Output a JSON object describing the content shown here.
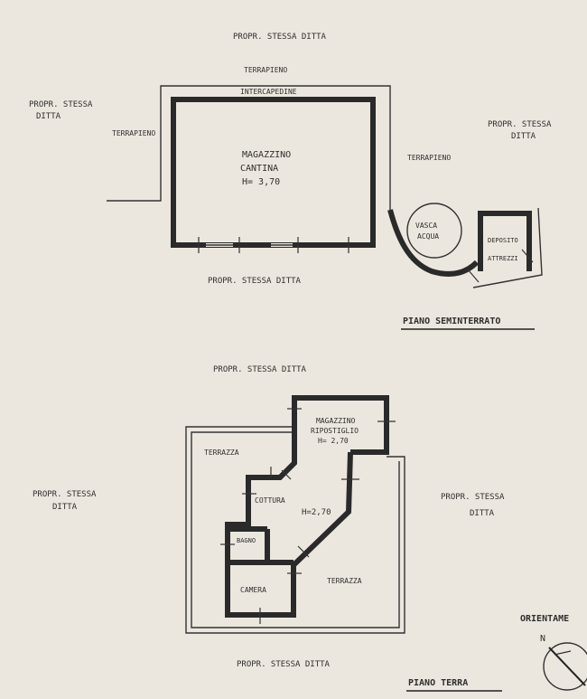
{
  "basement": {
    "labels": {
      "top_owner": "PROPR. STESSA DITTA",
      "terrapieno_top": "TERRAPIENO",
      "intercapedine": "INTERCAPEDINE",
      "left_owner_line1": "PROPR. STESSA",
      "left_owner_line2": "DITTA",
      "terrapieno_left": "TERRAPIENO",
      "right_owner_line1": "PROPR. STESSA",
      "right_owner_line2": "DITTA",
      "terrapieno_right": "TERRAPIENO",
      "room_line1": "MAGAZZINO",
      "room_line2": "CANTINA",
      "room_height": "H= 3,70",
      "tank_line1": "VASCA",
      "tank_line2": "ACQUA",
      "storage_line1": "DEPOSITO",
      "storage_line2": "ATTREZZI",
      "bottom_owner": "PROPR. STESSA DITTA",
      "floor_title": "PIANO SEMINTERRATO"
    }
  },
  "ground": {
    "labels": {
      "top_owner": "PROPR. STESSA DITTA",
      "left_owner_line1": "PROPR. STESSA",
      "left_owner_line2": "DITTA",
      "right_owner_line1": "PROPR. STESSA",
      "right_owner_line2": "DITTA",
      "storage_line1": "MAGAZZINO",
      "storage_line2": "RIPOSTIGLIO",
      "storage_height": "H= 2,70",
      "terrazza_top": "TERRAZZA",
      "cucina": "COTTURA",
      "main_height": "H=2,70",
      "bagno": "BAGNO",
      "terrazza_right": "TERRAZZA",
      "camera": "CAMERA",
      "bottom_owner": "PROPR. STESSA DITTA",
      "floor_title": "PIANO TERRA"
    }
  },
  "orientation": {
    "label": "ORIENTAME",
    "north": "N"
  },
  "colors": {
    "paper": "#ece7de",
    "ink": "#2a2a2a"
  }
}
